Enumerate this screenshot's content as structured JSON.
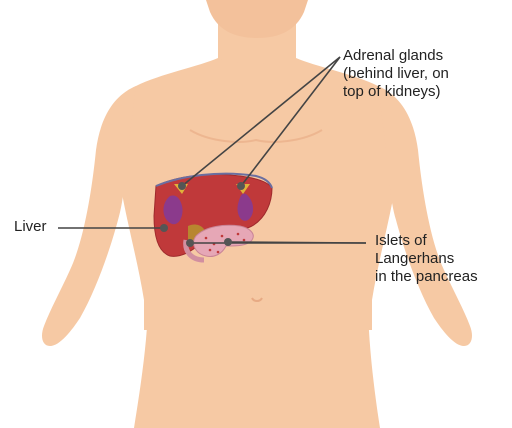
{
  "labels": {
    "adrenal": [
      "Adrenal glands",
      "(behind liver, on",
      "top of kidneys)"
    ],
    "liver": "Liver",
    "islets": [
      "Islets of",
      "Langerhans",
      "in the pancreas"
    ]
  },
  "colors": {
    "skin": "#f6c9a4",
    "skin_shadow": "#e7aa84",
    "liver": "#c0393a",
    "liver_dark": "#9e2a2c",
    "kidney": "#8b3a8c",
    "pancreas": "#e6a7b6",
    "marker": "#555555",
    "leader_line": "#444444"
  }
}
